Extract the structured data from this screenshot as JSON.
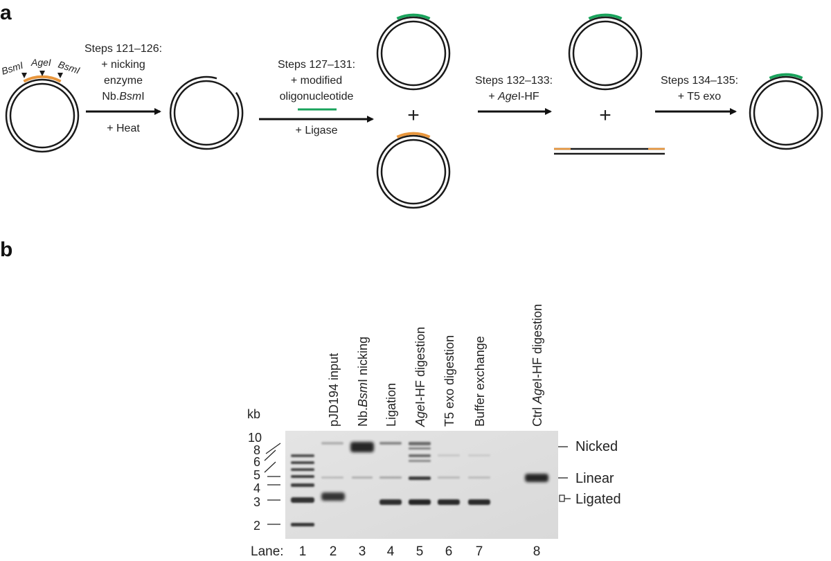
{
  "panels": {
    "a": "a",
    "b": "b"
  },
  "site_labels": {
    "bsm_left": "BsmI",
    "age": "AgeI",
    "bsm_right": "BsmI"
  },
  "steps": {
    "s1": {
      "l1": "Steps 121–126:",
      "l2": "+ nicking",
      "l3": "enzyme",
      "l4_prefix": "Nb.",
      "l4_italic": "Bsm",
      "l4_suffix": "I",
      "below": "+ Heat"
    },
    "s2": {
      "l1": "Steps 127–131:",
      "l2": "+ modified",
      "l3": "oligonucleotide",
      "below": "+ Ligase"
    },
    "s3": {
      "l1": "Steps 132–133:",
      "l2_prefix": "+ ",
      "l2_italic": "Age",
      "l2_suffix": "I-HF"
    },
    "s4": {
      "l1": "Steps 134–135:",
      "l2": "+ T5 exo"
    }
  },
  "plus_signs": {
    "p1": "+",
    "p2": "+"
  },
  "colors": {
    "orange": "#e8963c",
    "green": "#1aa35c",
    "ink": "#1a1a1a"
  },
  "gel": {
    "kb_unit": "kb",
    "ladder_labels": [
      "10",
      "8",
      "6",
      "5",
      "4",
      "3",
      "2"
    ],
    "band_labels": [
      "Nicked",
      "Linear",
      "Ligated"
    ],
    "lane_prefix": "Lane:",
    "lanes": [
      {
        "num": "1",
        "label": []
      },
      {
        "num": "2",
        "label": [
          {
            "t": "pJD194 input",
            "i": false
          }
        ]
      },
      {
        "num": "3",
        "label": [
          {
            "t": "Nb.",
            "i": false
          },
          {
            "t": "Bsm",
            "i": true
          },
          {
            "t": "I nicking",
            "i": false
          }
        ]
      },
      {
        "num": "4",
        "label": [
          {
            "t": "Ligation",
            "i": false
          }
        ]
      },
      {
        "num": "5",
        "label": [
          {
            "t": "Age",
            "i": true
          },
          {
            "t": "I-HF digestion",
            "i": false
          }
        ]
      },
      {
        "num": "6",
        "label": [
          {
            "t": "T5 exo digestion",
            "i": false
          }
        ]
      },
      {
        "num": "7",
        "label": [
          {
            "t": "Buffer exchange",
            "i": false
          }
        ]
      },
      {
        "num": "8",
        "label": [
          {
            "t": "Ctrl ",
            "i": false
          },
          {
            "t": "Age",
            "i": true
          },
          {
            "t": "I-HF digestion",
            "i": false
          }
        ]
      }
    ]
  }
}
